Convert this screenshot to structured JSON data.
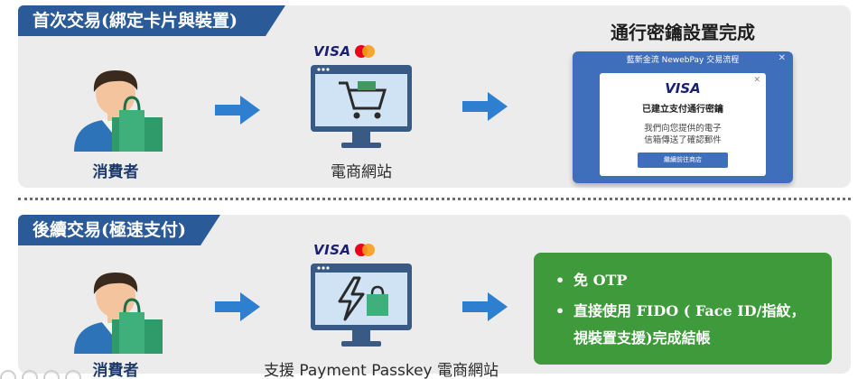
{
  "section_first": {
    "title": "首次交易(綁定卡片與裝置)",
    "consumer_label": "消費者",
    "site_label": "電商網站",
    "done_title": "通行密鑰設置完成",
    "modal": {
      "window_title": "藍新金流 NewebPay 交易流程",
      "card_brand": "VISA",
      "message": "已建立支付通行密鑰",
      "detail_line1": "我們向您提供的電子",
      "detail_line2": "信箱傳送了確認郵件",
      "button_label": "繼續前往商店"
    }
  },
  "section_next": {
    "title": "後續交易(極速支付)",
    "consumer_label": "消費者",
    "site_label": "支援 Payment Passkey 電商網站",
    "benefits": [
      "免 OTP",
      "直接使用 FIDO ( Face ID/指紋，",
      "視裝置支援)完成結帳"
    ]
  },
  "brand": {
    "visa": "VISA"
  },
  "colors": {
    "banner": "#2b5a99",
    "arrow": "#2f7fd1",
    "benefits_bg": "#3f9a3b",
    "panel_bg": "#ececec"
  },
  "icons": [
    "shopper-icon",
    "shopping-bag-icon",
    "monitor-cart-icon",
    "monitor-lightning-icon",
    "arrow-right-icon",
    "mastercard-icon"
  ]
}
